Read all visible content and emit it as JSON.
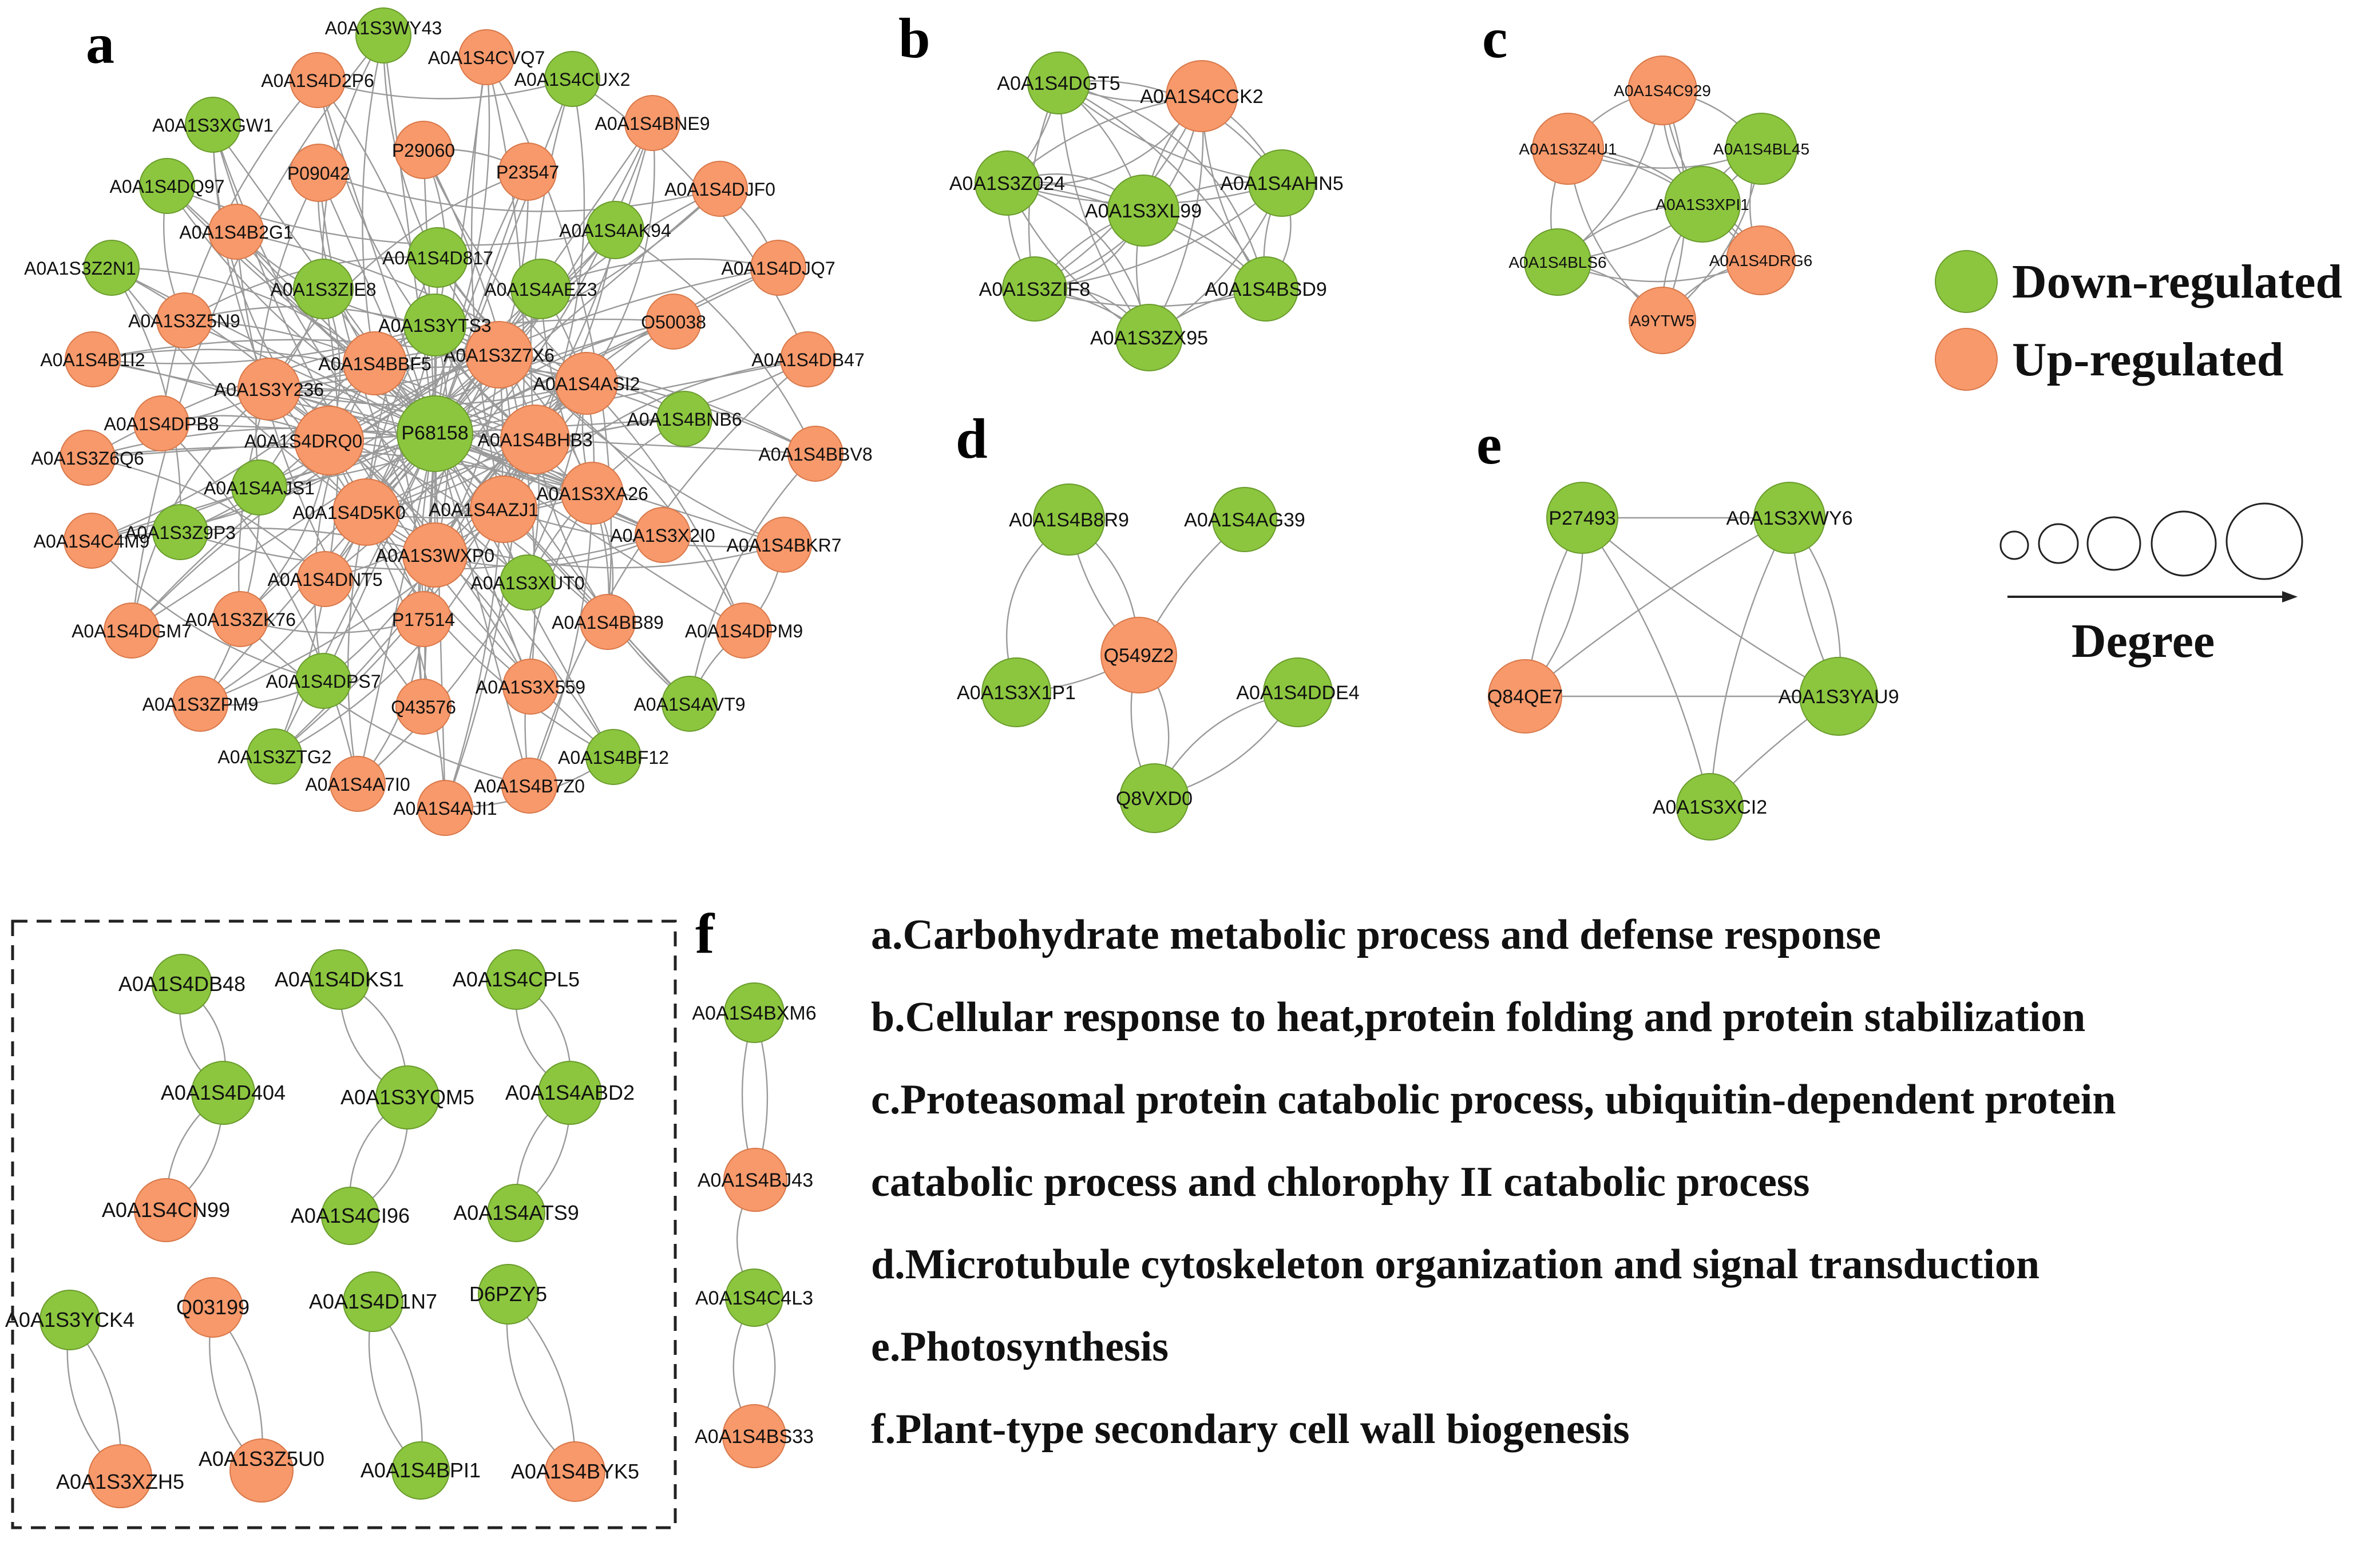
{
  "colors": {
    "down": "#8cc63f",
    "down_stroke": "#6a9c2c",
    "up": "#f7996b",
    "up_stroke": "#d9784a",
    "edge": "#9a9a9a"
  },
  "panels": {
    "a": {
      "letter": "a",
      "nodes": [
        {
          "id": "P68158",
          "t": "down"
        },
        {
          "id": "A0A1S4DRQ0",
          "t": "up"
        },
        {
          "id": "A0A1S4BHB3",
          "t": "up"
        },
        {
          "id": "A0A1S3Z7X6",
          "t": "up"
        },
        {
          "id": "A0A1S4BBF5",
          "t": "up"
        },
        {
          "id": "A0A1S3Y236",
          "t": "up"
        },
        {
          "id": "A0A1S4ASI2",
          "t": "up"
        },
        {
          "id": "A0A1S4AZJ1",
          "t": "up"
        },
        {
          "id": "A0A1S4D5K0",
          "t": "up"
        },
        {
          "id": "A0A1S3WXP0",
          "t": "up"
        },
        {
          "id": "A0A1S3YTS3",
          "t": "down"
        },
        {
          "id": "A0A1S3XA26",
          "t": "up"
        },
        {
          "id": "A0A1S3ZIE8",
          "t": "down"
        },
        {
          "id": "A0A1S4D817",
          "t": "down"
        },
        {
          "id": "A0A1S4AEZ3",
          "t": "down"
        },
        {
          "id": "P23547",
          "t": "up"
        },
        {
          "id": "P29060",
          "t": "up"
        },
        {
          "id": "P09042",
          "t": "up"
        },
        {
          "id": "A0A1S4AK94",
          "t": "down"
        },
        {
          "id": "A0A1S3WY43",
          "t": "down"
        },
        {
          "id": "A0A1S4CVQ7",
          "t": "up"
        },
        {
          "id": "A0A1S4D2P6",
          "t": "up"
        },
        {
          "id": "A0A1S4CUX2",
          "t": "down"
        },
        {
          "id": "A0A1S3XGW1",
          "t": "down"
        },
        {
          "id": "A0A1S4BNE9",
          "t": "up"
        },
        {
          "id": "A0A1S4DQ97",
          "t": "down"
        },
        {
          "id": "A0A1S4DJF0",
          "t": "up"
        },
        {
          "id": "A0A1S4B2G1",
          "t": "up"
        },
        {
          "id": "A0A1S3Z2N1",
          "t": "down"
        },
        {
          "id": "A0A1S4DJQ7",
          "t": "up"
        },
        {
          "id": "A0A1S3Z5N9",
          "t": "up"
        },
        {
          "id": "O50038",
          "t": "up"
        },
        {
          "id": "A0A1S4B1I2",
          "t": "up"
        },
        {
          "id": "A0A1S4DB47",
          "t": "up"
        },
        {
          "id": "A0A1S4DPB8",
          "t": "up"
        },
        {
          "id": "A0A1S4BNB6",
          "t": "down"
        },
        {
          "id": "A0A1S3Z6Q6",
          "t": "up"
        },
        {
          "id": "A0A1S4BBV8",
          "t": "up"
        },
        {
          "id": "A0A1S4AJS1",
          "t": "down"
        },
        {
          "id": "A0A1S3Z9P3",
          "t": "down"
        },
        {
          "id": "A0A1S3X2I0",
          "t": "up"
        },
        {
          "id": "A0A1S4C4M9",
          "t": "up"
        },
        {
          "id": "A0A1S4BKR7",
          "t": "up"
        },
        {
          "id": "A0A1S4DNT5",
          "t": "up"
        },
        {
          "id": "A0A1S3XUT0",
          "t": "down"
        },
        {
          "id": "A0A1S3ZK76",
          "t": "up"
        },
        {
          "id": "P17514",
          "t": "up"
        },
        {
          "id": "A0A1S4BB89",
          "t": "up"
        },
        {
          "id": "A0A1S4DGM7",
          "t": "up"
        },
        {
          "id": "A0A1S4DPM9",
          "t": "up"
        },
        {
          "id": "A0A1S4DPS7",
          "t": "down"
        },
        {
          "id": "A0A1S3X559",
          "t": "up"
        },
        {
          "id": "Q43576",
          "t": "up"
        },
        {
          "id": "A0A1S3ZPM9",
          "t": "up"
        },
        {
          "id": "A0A1S4AVT9",
          "t": "down"
        },
        {
          "id": "A0A1S3ZTG2",
          "t": "down"
        },
        {
          "id": "A0A1S4BF12",
          "t": "down"
        },
        {
          "id": "A0A1S4A7I0",
          "t": "up"
        },
        {
          "id": "A0A1S4B7Z0",
          "t": "up"
        },
        {
          "id": "A0A1S4AJI1",
          "t": "up"
        }
      ]
    },
    "b": {
      "letter": "b",
      "nodes": [
        {
          "id": "A0A1S4DGT5",
          "t": "down"
        },
        {
          "id": "A0A1S4CCK2",
          "t": "up"
        },
        {
          "id": "A0A1S3Z024",
          "t": "down"
        },
        {
          "id": "A0A1S4AHN5",
          "t": "down"
        },
        {
          "id": "A0A1S3XL99",
          "t": "down"
        },
        {
          "id": "A0A1S3ZIF8",
          "t": "down"
        },
        {
          "id": "A0A1S4BSD9",
          "t": "down"
        },
        {
          "id": "A0A1S3ZX95",
          "t": "down"
        }
      ]
    },
    "c": {
      "letter": "c",
      "nodes": [
        {
          "id": "A0A1S4C929",
          "t": "up"
        },
        {
          "id": "A0A1S3Z4U1",
          "t": "up"
        },
        {
          "id": "A0A1S4BL45",
          "t": "down"
        },
        {
          "id": "A0A1S3XPI1",
          "t": "down"
        },
        {
          "id": "A0A1S4BLS6",
          "t": "down"
        },
        {
          "id": "A0A1S4DRG6",
          "t": "up"
        },
        {
          "id": "A9YTW5",
          "t": "up"
        }
      ]
    },
    "d": {
      "letter": "d",
      "nodes": [
        {
          "id": "A0A1S4B8R9",
          "t": "down"
        },
        {
          "id": "A0A1S4AG39",
          "t": "down"
        },
        {
          "id": "Q549Z2",
          "t": "up"
        },
        {
          "id": "A0A1S3X1P1",
          "t": "down"
        },
        {
          "id": "A0A1S4DDE4",
          "t": "down"
        },
        {
          "id": "Q8VXD0",
          "t": "down"
        }
      ]
    },
    "e": {
      "letter": "e",
      "nodes": [
        {
          "id": "P27493",
          "t": "down"
        },
        {
          "id": "A0A1S3XWY6",
          "t": "down"
        },
        {
          "id": "Q84QE7",
          "t": "up"
        },
        {
          "id": "A0A1S3YAU9",
          "t": "down"
        },
        {
          "id": "A0A1S3XCI2",
          "t": "down"
        }
      ]
    },
    "f": {
      "letter": "f",
      "chain_nodes": [
        {
          "id": "A0A1S4BXM6",
          "t": "down"
        },
        {
          "id": "A0A1S4BJ43",
          "t": "up"
        },
        {
          "id": "A0A1S4C4L3",
          "t": "down"
        },
        {
          "id": "A0A1S4BS33",
          "t": "up"
        }
      ],
      "box_nodes": [
        {
          "id": "A0A1S4DB48",
          "t": "down"
        },
        {
          "id": "A0A1S4DKS1",
          "t": "down"
        },
        {
          "id": "A0A1S4CPL5",
          "t": "down"
        },
        {
          "id": "A0A1S4D404",
          "t": "down"
        },
        {
          "id": "A0A1S3YQM5",
          "t": "down"
        },
        {
          "id": "A0A1S4ABD2",
          "t": "down"
        },
        {
          "id": "A0A1S4CN99",
          "t": "up"
        },
        {
          "id": "A0A1S4CI96",
          "t": "down"
        },
        {
          "id": "A0A1S4ATS9",
          "t": "down"
        },
        {
          "id": "A0A1S3YCK4",
          "t": "down"
        },
        {
          "id": "Q03199",
          "t": "up"
        },
        {
          "id": "A0A1S4D1N7",
          "t": "down"
        },
        {
          "id": "D6PZY5",
          "t": "down"
        },
        {
          "id": "A0A1S3XZH5",
          "t": "up"
        },
        {
          "id": "A0A1S3Z5U0",
          "t": "up"
        },
        {
          "id": "A0A1S4BPI1",
          "t": "down"
        },
        {
          "id": "A0A1S4BYK5",
          "t": "up"
        }
      ]
    }
  },
  "legend": {
    "down_label": "Down-regulated",
    "up_label": "Up-regulated",
    "degree_label": "Degree"
  },
  "descriptions": [
    "a.Carbohydrate metabolic process and defense response",
    "b.Cellular response to heat,protein folding and protein stabilization",
    "c.Proteasomal protein catabolic process, ubiquitin-dependent protein",
    "catabolic process and chlorophy II catabolic process",
    "d.Microtubule cytoskeleton organization and signal transduction",
    "e.Photosynthesis",
    "f.Plant-type secondary cell wall biogenesis"
  ]
}
